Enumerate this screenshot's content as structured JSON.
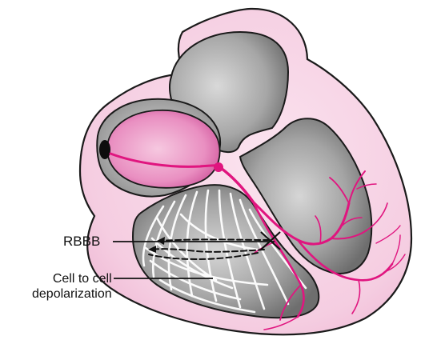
{
  "labels": {
    "rbbb": "RBBB",
    "cell_to_cell_line1": "Cell to cell",
    "cell_to_cell_line2": "depolarization"
  },
  "colors": {
    "myocardium_pink": "#f3c4dc",
    "chamber_gray": "#a9a9a9",
    "conduction_magenta": "#e0157f",
    "atrium_pink": "#e88cc0",
    "fiber_white": "#ffffff",
    "outline": "#1a1a1a"
  },
  "icons": {
    "sa_node": "sa-node-icon",
    "block_mark": "block-x-icon"
  }
}
